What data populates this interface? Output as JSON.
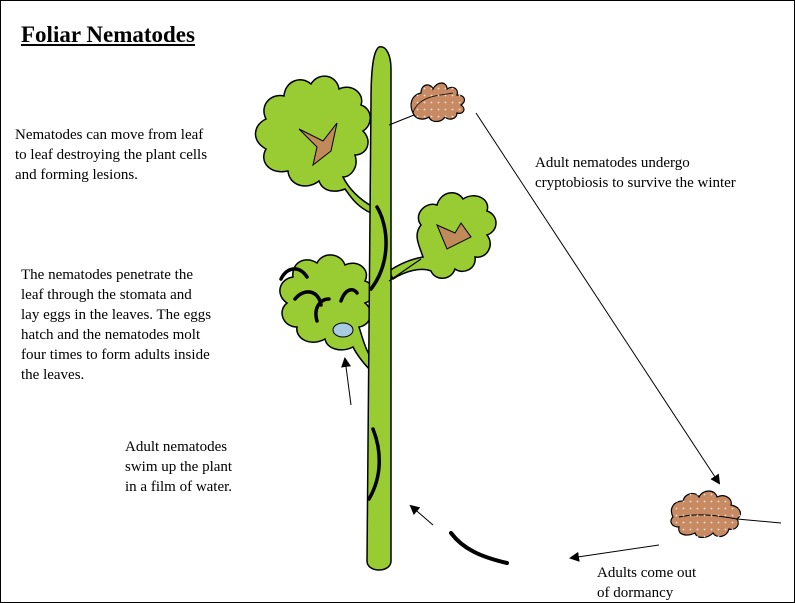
{
  "title": "Foliar Nematodes",
  "captions": {
    "move": "Nematodes can move from leaf\nto leaf destroying the plant cells\nand forming lesions.",
    "winter": "Adult nematodes undergo\ncryptobiosis to survive the winter",
    "penetrate": "The nematodes penetrate the\nleaf through the stomata and\nlay eggs in the leaves. The eggs\n hatch and the nematodes molt\nfour times to form adults inside\n the leaves.",
    "swim": "Adult nematodes\nswim up the plant\nin a film of water.",
    "dormancy": "Adults come out\nof dormancy"
  },
  "colors": {
    "leaf": "#99cc33",
    "stem": "#99cc33",
    "lesion": "#c08a5a",
    "dead_leaf": "#c88a62",
    "egg": "#a6cbe3",
    "nematode": "#000000"
  }
}
